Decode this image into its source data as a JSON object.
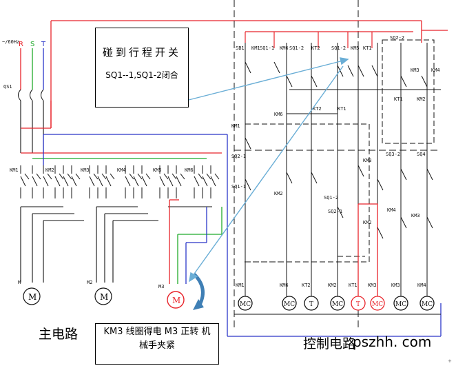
{
  "supply": {
    "freq": "~/60Hz",
    "phases": [
      "R",
      "S",
      "T"
    ],
    "breaker": "QS1"
  },
  "main_contactors": [
    "KM1",
    "KM2",
    "KM3",
    "KM4",
    "KM5",
    "KM6"
  ],
  "motors": [
    {
      "tag": "M",
      "symbol": "M"
    },
    {
      "tag": "M2",
      "symbol": "M"
    },
    {
      "tag": "M3",
      "symbol": "M"
    }
  ],
  "control_top_labels": [
    "SB1",
    "KM1",
    "SQ1-1",
    "KM6",
    "SQ1-2",
    "KT2",
    "SQ1-2",
    "KM5",
    "KT1",
    "SQ2-2"
  ],
  "control_mid_labels": [
    "KM6",
    "KT2",
    "KT1",
    "KM3",
    "KM4",
    "KT1",
    "KM2",
    "KM1",
    "SQ1-1",
    "SQ2-1",
    "SQ3-2",
    "SQ4",
    "KM2",
    "KM3",
    "SQ1-2",
    "KM4",
    "KM3",
    "KM2",
    "SQ2-1"
  ],
  "coils": [
    {
      "tag": "KM1",
      "symbol": "MC",
      "red": false
    },
    {
      "tag": "KM6",
      "symbol": "MC",
      "red": false
    },
    {
      "tag": "KT2",
      "symbol": "T",
      "red": false
    },
    {
      "tag": "KM2",
      "symbol": "MC",
      "red": false
    },
    {
      "tag": "KT1",
      "symbol": "T",
      "red": true
    },
    {
      "tag": "KM3",
      "symbol": "MC",
      "red": true
    },
    {
      "tag": "KM3",
      "symbol": "MC",
      "red": false
    },
    {
      "tag": "KM4",
      "symbol": "MC",
      "red": false
    }
  ],
  "callout_top": {
    "line1": "碰到行程开关",
    "line2": "SQ1--1,SQ1-2闭合"
  },
  "callout_bottom": {
    "line1": "KM3 线圈得电 M3 正转 机",
    "line2": "械手夹紧"
  },
  "main_circuit_label": "主电路",
  "control_circuit_label": "控制电路",
  "watermark": "pszhh. com",
  "corner_mark": "+",
  "colors": {
    "red": "#e8232a",
    "green": "#1faa2a",
    "blue": "#2a35c8",
    "black": "#111111",
    "arrow": "#6aaed6",
    "rot": "#3f7fb5"
  }
}
